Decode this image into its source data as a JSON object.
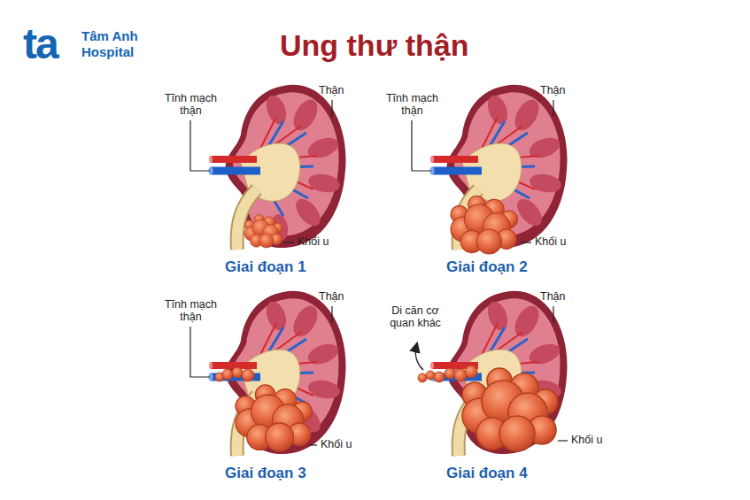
{
  "diagram": {
    "title": "Ung thư thận",
    "labels": [
      "ta",
      "Tâm Anh",
      "Hospital",
      "Tĩnh mạch thận",
      "Thận",
      "Khối u",
      "Giai đoạn 1",
      "Tĩnh mạch thận",
      "Thận",
      "Khối u",
      "Giai đoạn 2",
      "Tĩnh mạch thận",
      "Thận",
      "Khối u",
      "Giai đoạn 3",
      "Di căn cơ quan khác",
      "Thận",
      "Khối u",
      "Giai đoạn 4"
    ]
  }
}
